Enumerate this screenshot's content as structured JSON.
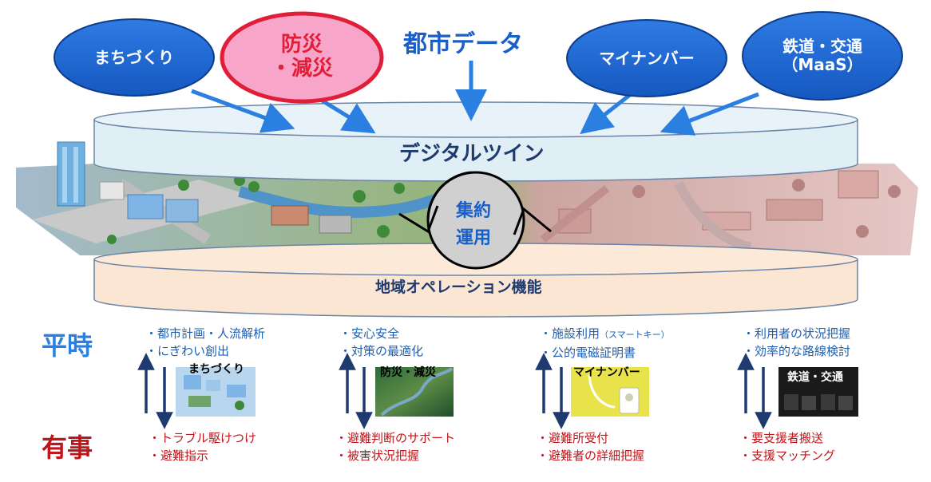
{
  "title": "都市データ",
  "domains": [
    {
      "label": "まちづくり"
    },
    {
      "label_line1": "防災",
      "label_line2": "・減災"
    },
    {
      "label": "マイナンバー"
    },
    {
      "label_line1": "鉄道・交通",
      "label_line2": "（MaaS）"
    }
  ],
  "layers": {
    "digital_twin": "デジタルツイン",
    "regional_ops": "地域オペレーション機能"
  },
  "cycle": {
    "line1": "集約",
    "line2": "運用"
  },
  "modes": {
    "normal": "平時",
    "emergency": "有事"
  },
  "cases": [
    {
      "normal": [
        "・都市計画・人流解析",
        "・にぎわい創出"
      ],
      "tag": "まちづくり",
      "emergency": [
        "・トラブル駆けつけ",
        "・避難指示"
      ]
    },
    {
      "normal": [
        "・安心安全",
        "・対策の最適化"
      ],
      "tag": "防災・減災",
      "emergency": [
        "・避難判断のサポート",
        "・被害状況把握"
      ]
    },
    {
      "normal_1": "・施設利用",
      "normal_1_note": "（スマートキー）",
      "normal_2": "・公的電磁証明書",
      "tag": "マイナンバー",
      "emergency": [
        "・避難所受付",
        "・避難者の詳細把握"
      ]
    },
    {
      "normal": [
        "・利用者の状況把握",
        "・効率的な路線検討"
      ],
      "tag": "鉄道・交通",
      "emergency": [
        "・要支援者搬送",
        "・支援マッチング"
      ]
    }
  ],
  "colors": {
    "blue": "#1a5fc8",
    "pink": "#f7a6c9",
    "red_border": "#e01e37",
    "navy": "#1f3a6e",
    "red_text": "#c0161b"
  }
}
